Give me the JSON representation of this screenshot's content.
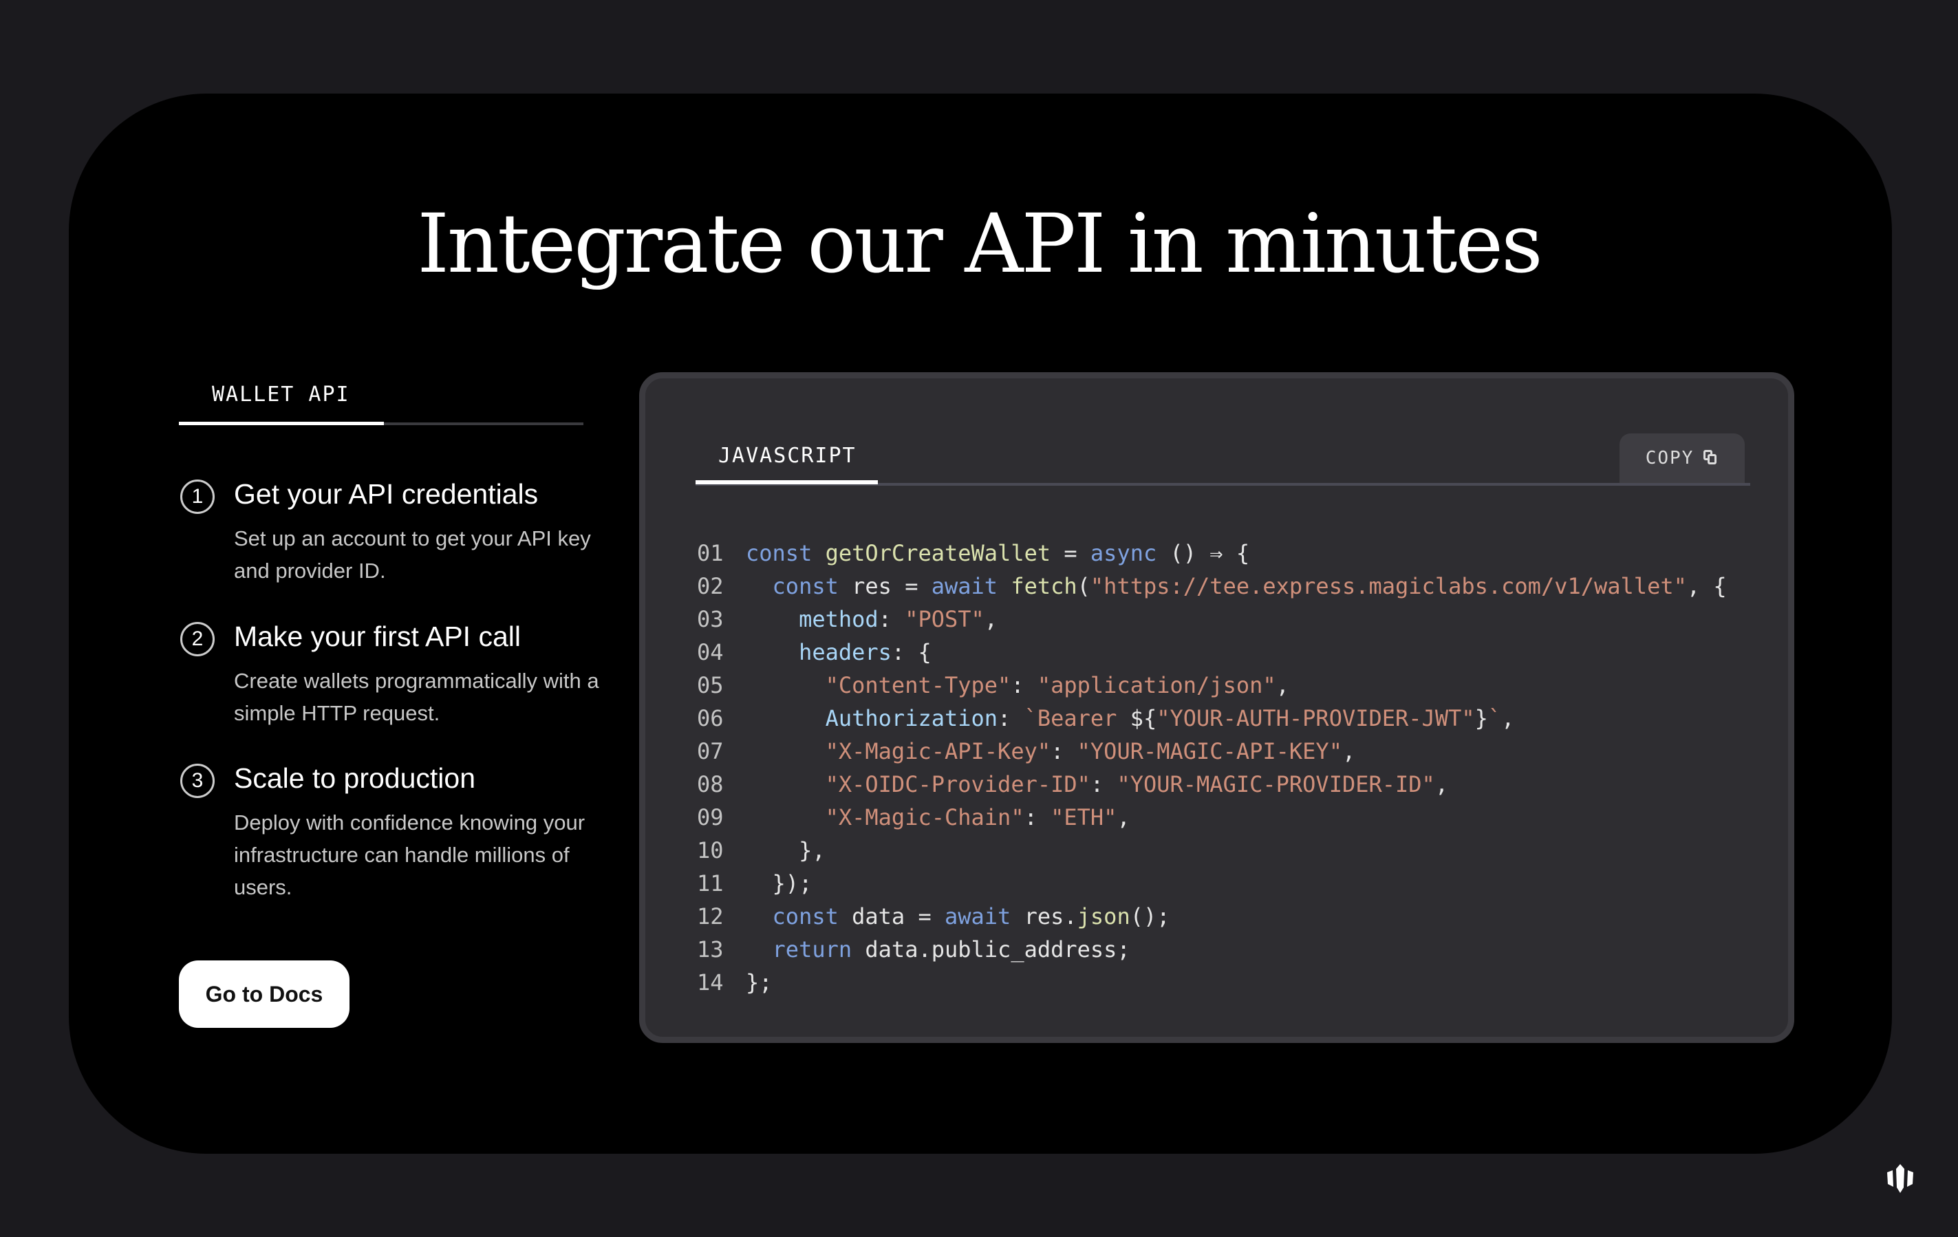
{
  "title": "Integrate our API in minutes",
  "wallet_tab": "WALLET API",
  "steps": [
    {
      "num": "1",
      "heading": "Get your API credentials",
      "desc": "Set up an account to get your API key and provider ID."
    },
    {
      "num": "2",
      "heading": "Make your first API call",
      "desc": "Create wallets programmatically with a simple HTTP request."
    },
    {
      "num": "3",
      "heading": "Scale to production",
      "desc": "Deploy with confidence knowing your infrastructure can handle millions of users."
    }
  ],
  "docs_button": "Go to Docs",
  "code_panel": {
    "language_tab": "JAVASCRIPT",
    "copy_label": "COPY",
    "lines": [
      {
        "n": "01",
        "tokens": [
          [
            "kw",
            "const "
          ],
          [
            "fn",
            "getOrCreateWallet"
          ],
          [
            "plain",
            " = "
          ],
          [
            "kw",
            "async"
          ],
          [
            "plain",
            " () ⇒ {"
          ]
        ]
      },
      {
        "n": "02",
        "tokens": [
          [
            "plain",
            "  "
          ],
          [
            "kw",
            "const "
          ],
          [
            "plain",
            "res = "
          ],
          [
            "kw",
            "await "
          ],
          [
            "fn",
            "fetch"
          ],
          [
            "plain",
            "("
          ],
          [
            "str",
            "\"https://tee.express.magiclabs.com/v1/wallet\""
          ],
          [
            "plain",
            ", {"
          ]
        ]
      },
      {
        "n": "03",
        "tokens": [
          [
            "plain",
            "    "
          ],
          [
            "prop",
            "method"
          ],
          [
            "plain",
            ": "
          ],
          [
            "str",
            "\"POST\""
          ],
          [
            "plain",
            ","
          ]
        ]
      },
      {
        "n": "04",
        "tokens": [
          [
            "plain",
            "    "
          ],
          [
            "prop",
            "headers"
          ],
          [
            "plain",
            ": {"
          ]
        ]
      },
      {
        "n": "05",
        "tokens": [
          [
            "plain",
            "      "
          ],
          [
            "str",
            "\"Content-Type\""
          ],
          [
            "plain",
            ": "
          ],
          [
            "str",
            "\"application/json\""
          ],
          [
            "plain",
            ","
          ]
        ]
      },
      {
        "n": "06",
        "tokens": [
          [
            "plain",
            "      "
          ],
          [
            "prop",
            "Authorization"
          ],
          [
            "plain",
            ": "
          ],
          [
            "str",
            "`Bearer "
          ],
          [
            "plain",
            "${"
          ],
          [
            "str",
            "\"YOUR-AUTH-PROVIDER-JWT\""
          ],
          [
            "plain",
            "}"
          ],
          [
            "str",
            "`"
          ],
          [
            "plain",
            ","
          ]
        ]
      },
      {
        "n": "07",
        "tokens": [
          [
            "plain",
            "      "
          ],
          [
            "str",
            "\"X-Magic-API-Key\""
          ],
          [
            "plain",
            ": "
          ],
          [
            "str",
            "\"YOUR-MAGIC-API-KEY\""
          ],
          [
            "plain",
            ","
          ]
        ]
      },
      {
        "n": "08",
        "tokens": [
          [
            "plain",
            "      "
          ],
          [
            "str",
            "\"X-OIDC-Provider-ID\""
          ],
          [
            "plain",
            ": "
          ],
          [
            "str",
            "\"YOUR-MAGIC-PROVIDER-ID\""
          ],
          [
            "plain",
            ","
          ]
        ]
      },
      {
        "n": "09",
        "tokens": [
          [
            "plain",
            "      "
          ],
          [
            "str",
            "\"X-Magic-Chain\""
          ],
          [
            "plain",
            ": "
          ],
          [
            "str",
            "\"ETH\""
          ],
          [
            "plain",
            ","
          ]
        ]
      },
      {
        "n": "10",
        "tokens": [
          [
            "plain",
            "    },"
          ]
        ]
      },
      {
        "n": "11",
        "tokens": [
          [
            "plain",
            "  });"
          ]
        ]
      },
      {
        "n": "12",
        "tokens": [
          [
            "plain",
            "  "
          ],
          [
            "kw",
            "const "
          ],
          [
            "plain",
            "data = "
          ],
          [
            "kw",
            "await "
          ],
          [
            "plain",
            "res."
          ],
          [
            "fn",
            "json"
          ],
          [
            "plain",
            "();"
          ]
        ]
      },
      {
        "n": "13",
        "tokens": [
          [
            "plain",
            "  "
          ],
          [
            "kw",
            "return "
          ],
          [
            "plain",
            "data.public_address;"
          ]
        ]
      },
      {
        "n": "14",
        "tokens": [
          [
            "plain",
            "};"
          ]
        ]
      }
    ]
  },
  "icons": {
    "copy": "copy-icon",
    "logo": "magic-logo-icon"
  }
}
